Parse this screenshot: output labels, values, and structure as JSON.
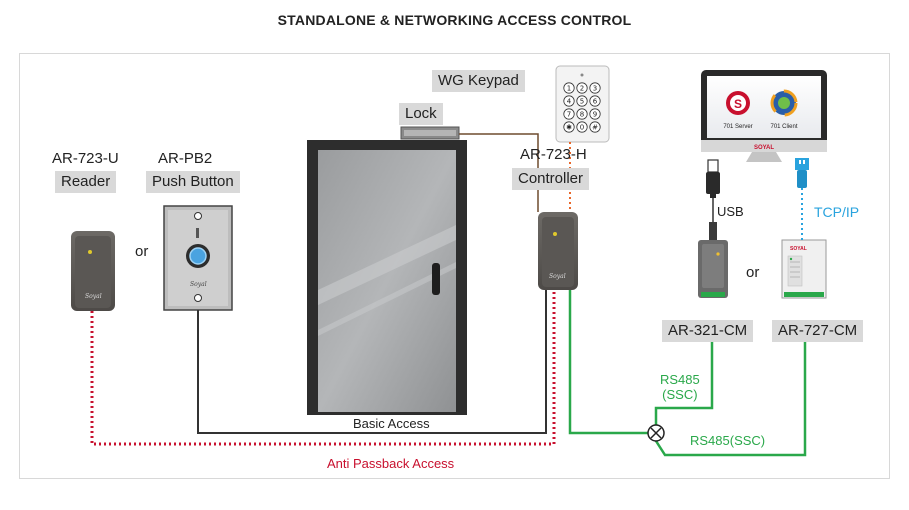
{
  "title": "STANDALONE & NETWORKING ACCESS CONTROL",
  "devices": {
    "reader_model": "AR-723-U",
    "reader_label": "Reader",
    "or_1": "or",
    "pushbutton_model": "AR-PB2",
    "pushbutton_label": "Push Button",
    "lock_label": "Lock",
    "keypad_label": "WG Keypad",
    "controller_model": "AR-723-H",
    "controller_label": "Controller",
    "converter_usb_model": "AR-321-CM",
    "converter_tcp_model": "AR-727-CM",
    "or_2": "or",
    "usb_label": "USB",
    "tcpip_label": "TCP/IP",
    "server_label": "701 Server",
    "client_label": "701 Client",
    "monitor_brand": "SOYAL",
    "device_brand": "SOYAL",
    "keypad_keys": [
      "1",
      "2",
      "3",
      "4",
      "5",
      "6",
      "7",
      "8",
      "9",
      "✱",
      "0",
      "#"
    ]
  },
  "connections": {
    "basic_access": "Basic Access",
    "anti_passback": "Anti Passback Access",
    "rs485_ssc_left": "RS485\n(SSC)",
    "rs485_ssc_right": "RS485(SSC)"
  },
  "colors": {
    "red_dotted": "#c8102e",
    "green_line": "#2aa84a",
    "blue_dotted": "#29a3de",
    "orange_dotted": "#e8672a",
    "dark_line": "#333333"
  }
}
